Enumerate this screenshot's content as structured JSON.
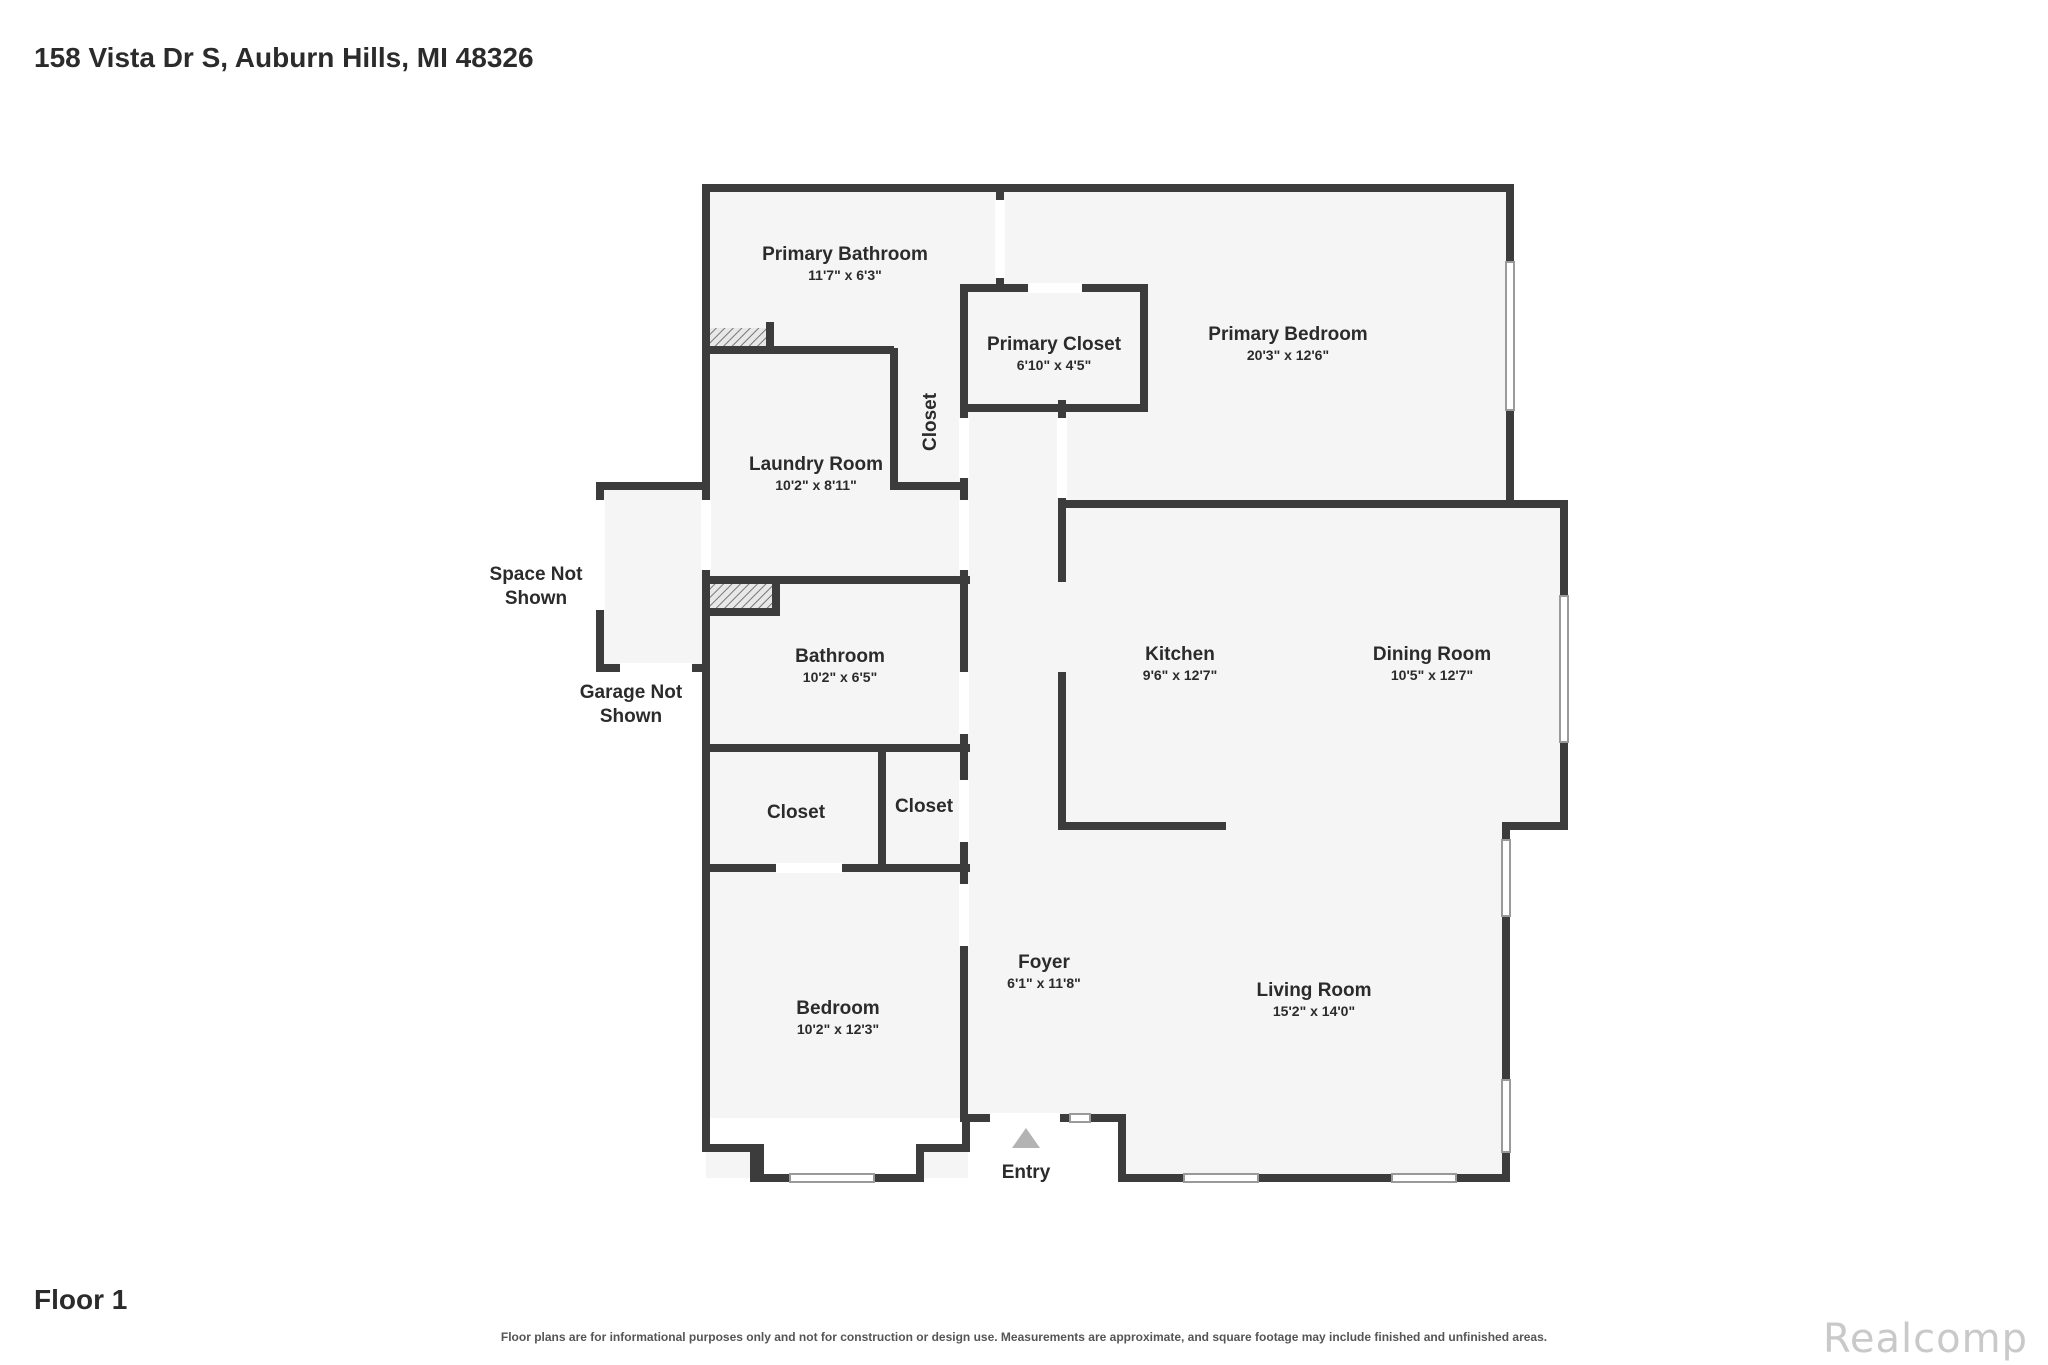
{
  "header": {
    "address": "158 Vista Dr S, Auburn Hills, MI 48326"
  },
  "floor": {
    "label": "Floor 1"
  },
  "rooms": [
    {
      "name": "Primary Bathroom",
      "dims": "11'7\" x 6'3\""
    },
    {
      "name": "Primary Closet",
      "dims": "6'10\" x 4'5\""
    },
    {
      "name": "Primary Bedroom",
      "dims": "20'3\" x 12'6\""
    },
    {
      "name": "Closet",
      "dims": ""
    },
    {
      "name": "Laundry Room",
      "dims": "10'2\" x 8'11\""
    },
    {
      "name": "Space Not",
      "dims": "Shown"
    },
    {
      "name": "Bathroom",
      "dims": "10'2\" x 6'5\""
    },
    {
      "name": "Garage Not",
      "dims": "Shown"
    },
    {
      "name": "Kitchen",
      "dims": "9'6\" x 12'7\""
    },
    {
      "name": "Dining Room",
      "dims": "10'5\" x 12'7\""
    },
    {
      "name": "Closet",
      "dims": ""
    },
    {
      "name": "Closet",
      "dims": ""
    },
    {
      "name": "Foyer",
      "dims": "6'1\" x 11'8\""
    },
    {
      "name": "Living Room",
      "dims": "15'2\" x 14'0\""
    },
    {
      "name": "Bedroom",
      "dims": "10'2\" x 12'3\""
    }
  ],
  "entry": {
    "label": "Entry"
  },
  "footer": {
    "disclaimer": "Floor plans are for informational purposes only and not for construction or design use. Measurements are approximate, and square footage may include finished and unfinished areas.",
    "watermark": "Realcomp"
  }
}
